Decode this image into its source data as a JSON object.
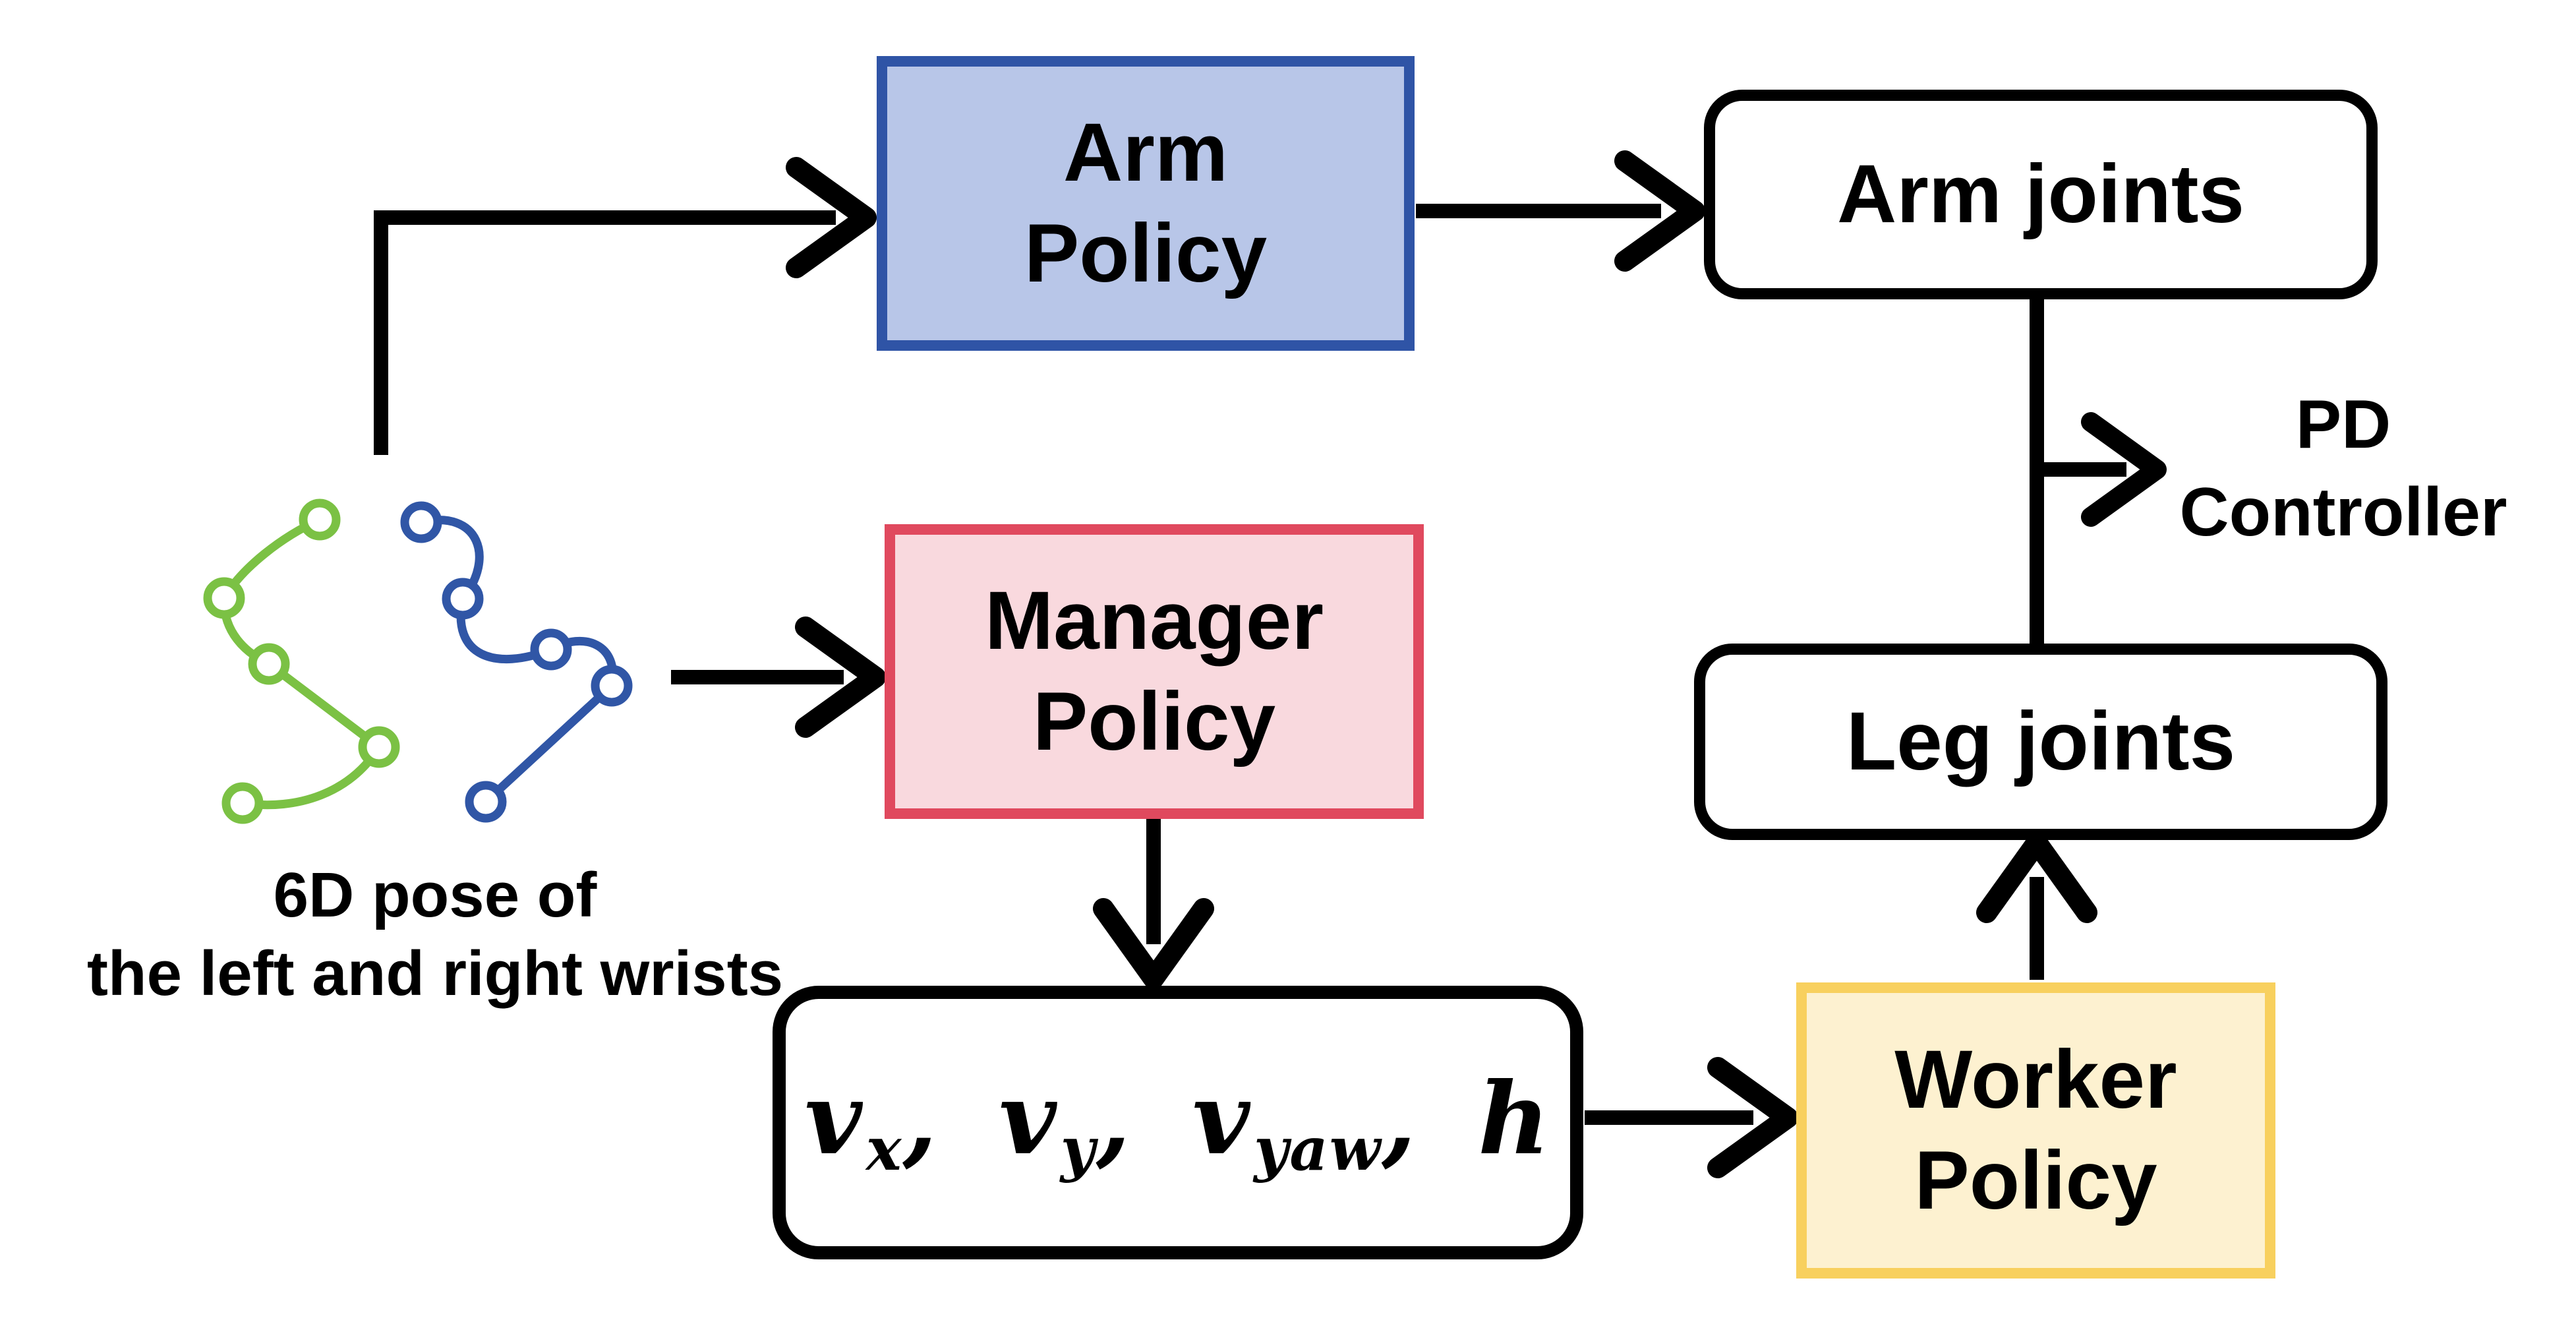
{
  "diagram": {
    "title_context": "hierarchical policy flowchart",
    "colors": {
      "arrow": "#000000",
      "arm_policy_fill": "#b8c6e8",
      "arm_policy_border": "#2f54a6",
      "manager_policy_fill": "#f9d9de",
      "manager_policy_border": "#e0495e",
      "worker_policy_fill": "#fdf1d0",
      "worker_policy_border": "#f8d05e",
      "joints_fill": "#ffffff",
      "joints_border": "#000000",
      "left_wrist_trajectory": "#7bc144",
      "right_wrist_trajectory": "#3056a6"
    },
    "boxes": {
      "arm_policy": {
        "line1": "Arm",
        "line2": "Policy"
      },
      "arm_joints": {
        "label": "Arm joints"
      },
      "manager_policy": {
        "line1": "Manager",
        "line2": "Policy"
      },
      "leg_joints": {
        "label": "Leg joints"
      },
      "worker_policy": {
        "line1": "Worker",
        "line2": "Policy"
      },
      "command_box": {
        "terms": [
          {
            "base": "v",
            "sub": "x"
          },
          {
            "base": "v",
            "sub": "y"
          },
          {
            "base": "v",
            "sub": "yaw"
          },
          {
            "base": "h",
            "sub": ""
          }
        ]
      }
    },
    "labels": {
      "pd_line1": "PD",
      "pd_line2": "Controller",
      "caption_line1": "6D pose of",
      "caption_line2": "the left and right wrists"
    }
  }
}
